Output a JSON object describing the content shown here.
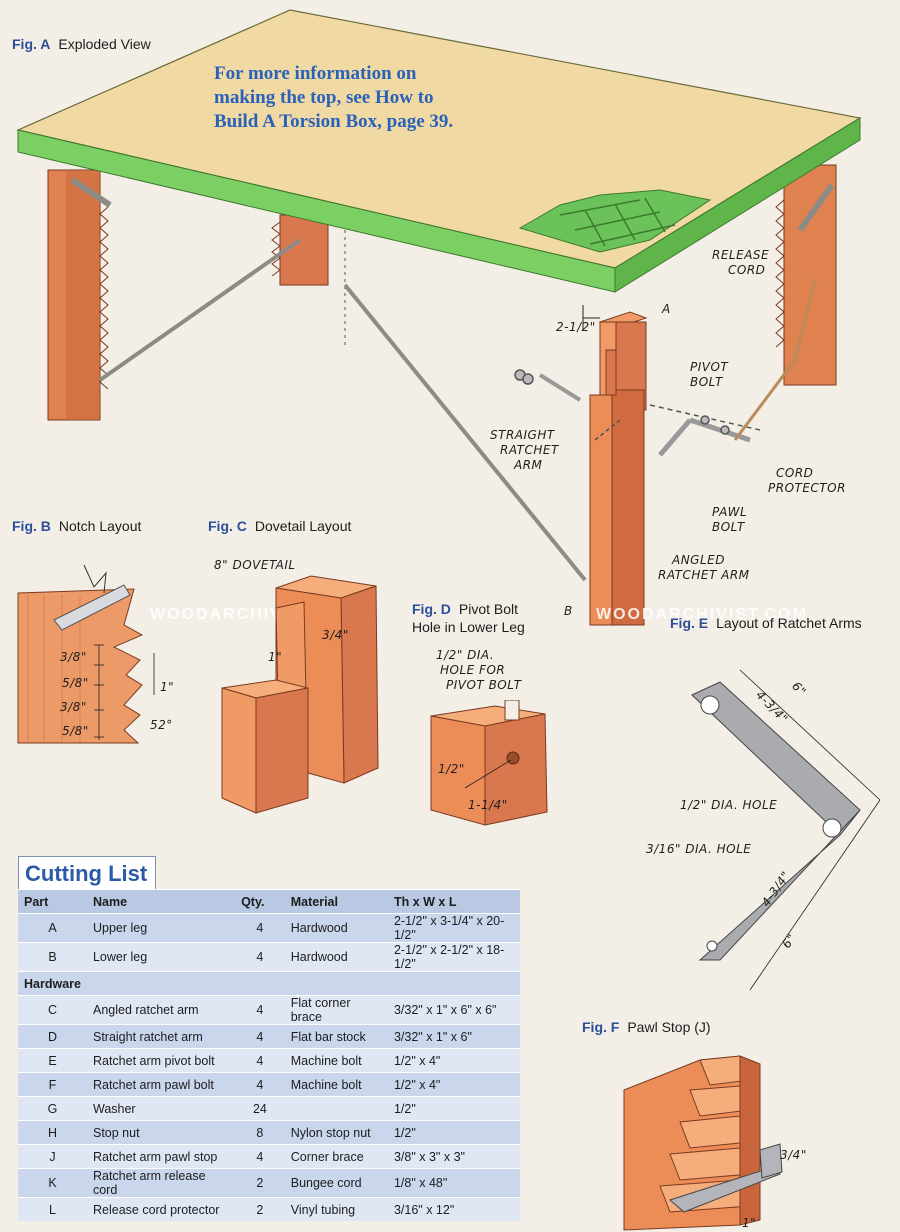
{
  "figures": {
    "a": {
      "tag": "Fig. A",
      "title": "Exploded View"
    },
    "b": {
      "tag": "Fig. B",
      "title": "Notch Layout"
    },
    "c": {
      "tag": "Fig. C",
      "title": "Dovetail Layout"
    },
    "d": {
      "tag": "Fig. D",
      "title": "Pivot Bolt",
      "title2": "Hole in Lower Leg"
    },
    "e": {
      "tag": "Fig. E",
      "title": "Layout of Ratchet Arms"
    },
    "f": {
      "tag": "Fig. F",
      "title": "Pawl Stop (J)"
    }
  },
  "note": {
    "line1": "For more information on",
    "line2": "making the top, see How to",
    "line3": "Build A Torsion Box, page 39."
  },
  "callouts": {
    "release_cord_1": "RELEASE",
    "release_cord_2": "CORD",
    "a": "A",
    "b": "B",
    "two_half": "2-1/2\"",
    "pivot_1": "PIVOT",
    "pivot_2": "BOLT",
    "straight_1": "STRAIGHT",
    "straight_2": "RATCHET",
    "straight_3": "ARM",
    "cord_1": "CORD",
    "cord_2": "PROTECTOR",
    "pawl_1": "PAWL",
    "pawl_2": "BOLT",
    "angled_1": "ANGLED",
    "angled_2": "RATCHET ARM",
    "notch_1": "3/8\"",
    "notch_2": "5/8\"",
    "notch_3": "3/8\"",
    "notch_4": "5/8\"",
    "notch_one": "1\"",
    "notch_angle": "52°",
    "dovetail": "8\" DOVETAIL",
    "dove_34": "3/4\"",
    "dove_1": "1\"",
    "hole_1": "1/2\" DIA.",
    "hole_2": "HOLE FOR",
    "hole_3": "PIVOT BOLT",
    "d_half": "1/2\"",
    "d_114": "1-1/4\"",
    "e_6a": "6\"",
    "e_434a": "4-3/4\"",
    "e_half_hole": "1/2\" DIA. HOLE",
    "e_316_hole": "3/16\" DIA. HOLE",
    "e_434b": "4-3/4\"",
    "e_6b": "6\"",
    "f_34": "3/4\"",
    "f_1": "1\""
  },
  "watermark": "WOODARCHIVIST.COM",
  "cutting_list": {
    "title": "Cutting List",
    "headers": [
      "Part",
      "Name",
      "Qty.",
      "Material",
      "Th x W x L"
    ],
    "rows": [
      [
        "A",
        "Upper leg",
        "4",
        "Hardwood",
        "2-1/2\" x 3-1/4\" x 20-1/2\""
      ],
      [
        "B",
        "Lower leg",
        "4",
        "Hardwood",
        "2-1/2\" x 2-1/2\" x 18-1/2\""
      ],
      [
        "Hardware",
        "",
        "",
        "",
        ""
      ],
      [
        "C",
        "Angled ratchet arm",
        "4",
        "Flat corner brace",
        "3/32\" x 1\" x 6\" x 6\""
      ],
      [
        "D",
        "Straight ratchet arm",
        "4",
        "Flat bar stock",
        "3/32\" x 1\" x 6\""
      ],
      [
        "E",
        "Ratchet arm pivot bolt",
        "4",
        "Machine bolt",
        "1/2\" x 4\""
      ],
      [
        "F",
        "Ratchet arm pawl bolt",
        "4",
        "Machine bolt",
        "1/2\" x 4\""
      ],
      [
        "G",
        "Washer",
        "24",
        "",
        "1/2\""
      ],
      [
        "H",
        "Stop nut",
        "8",
        "Nylon stop nut",
        "1/2\""
      ],
      [
        "J",
        "Ratchet arm pawl stop",
        "4",
        "Corner brace",
        "3/8\" x 3\" x 3\""
      ],
      [
        "K",
        "Ratchet arm release cord",
        "2",
        "Bungee cord",
        "1/8\" x 48\""
      ],
      [
        "L",
        "Release cord protector",
        "2",
        "Vinyl tubing",
        "3/16\" x 12\""
      ]
    ]
  }
}
